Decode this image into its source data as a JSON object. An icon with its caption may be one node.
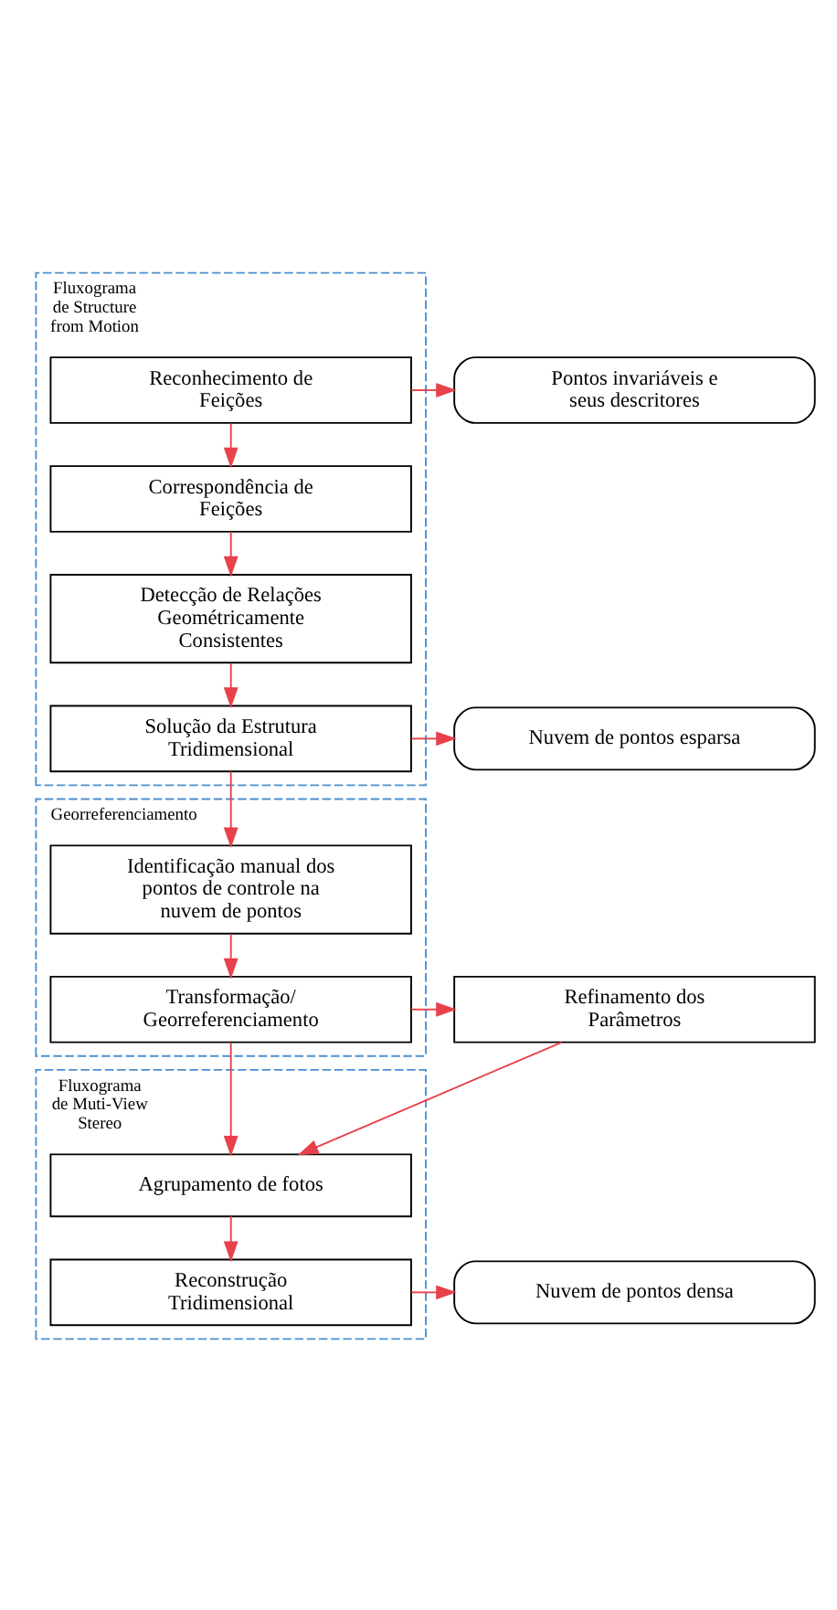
{
  "diagram": {
    "nodes": [
      {
        "text": [
          "Fluxograma de Structure from Motion"
        ]
      },
      {
        "text": [
          "Reconhecimento de Feições"
        ],
        "in": 0
      },
      {
        "text": [
          "Pontos invariáveis e seus descritores"
        ]
      },
      {
        "text": [
          "Correspondência de Feições"
        ],
        "in": 0
      },
      {
        "text": [
          "Detecção de Relações Geométricamente Consistentes"
        ],
        "in": 0
      },
      {
        "text": [
          "Solução da Estrutura Tridimensional"
        ],
        "in": 0
      },
      {
        "text": [
          "Nuvem de pontos esparsa"
        ]
      },
      {
        "text": [
          "Georreferenciamento"
        ]
      },
      {
        "text": [
          "Identificação manual dos pontos de controle na nuvem de pontos"
        ],
        "in": 7
      },
      {
        "text": [
          "Transformação/ Georreferenciamento"
        ],
        "in": 7
      },
      {
        "text": [
          "Refinamento dos Parâmetros"
        ]
      },
      {
        "text": [
          "Fluxograma de Muti-View Stereo"
        ]
      },
      {
        "text": [
          "Agrupamento de fotos"
        ],
        "in": 11
      },
      {
        "text": [
          "Reconstrução Tridimensional"
        ],
        "in": 11
      },
      {
        "text": [
          "Nuvem de pontos densa"
        ]
      }
    ],
    "edges": [
      {
        "from": 1,
        "to": 2,
        "arrow": "to",
        "color": "#e8414b"
      },
      {
        "from": 1,
        "to": 3,
        "arrow": "to",
        "color": "#e8414b"
      },
      {
        "from": 3,
        "to": 4,
        "arrow": "to",
        "color": "#e8414b"
      },
      {
        "from": 4,
        "to": 5,
        "arrow": "to",
        "color": "#e8414b"
      },
      {
        "from": 5,
        "to": 6,
        "arrow": "to",
        "color": "#e8414b"
      },
      {
        "from": 5,
        "to": 8,
        "arrow": "to",
        "color": "#e8414b"
      },
      {
        "from": 8,
        "to": 9,
        "arrow": "to",
        "color": "#e8414b"
      },
      {
        "from": 9,
        "to": 10,
        "arrow": "to",
        "color": "#e8414b"
      },
      {
        "from": 9,
        "to": 12,
        "arrow": "to",
        "color": "#e8414b"
      },
      {
        "from": 10,
        "to": 12,
        "arrow": "to",
        "color": "#e8414b"
      },
      {
        "from": 12,
        "to": 13,
        "arrow": "to",
        "color": "#e8414b"
      },
      {
        "from": 13,
        "to": 14,
        "arrow": "to",
        "color": "#e8414b"
      }
    ]
  }
}
